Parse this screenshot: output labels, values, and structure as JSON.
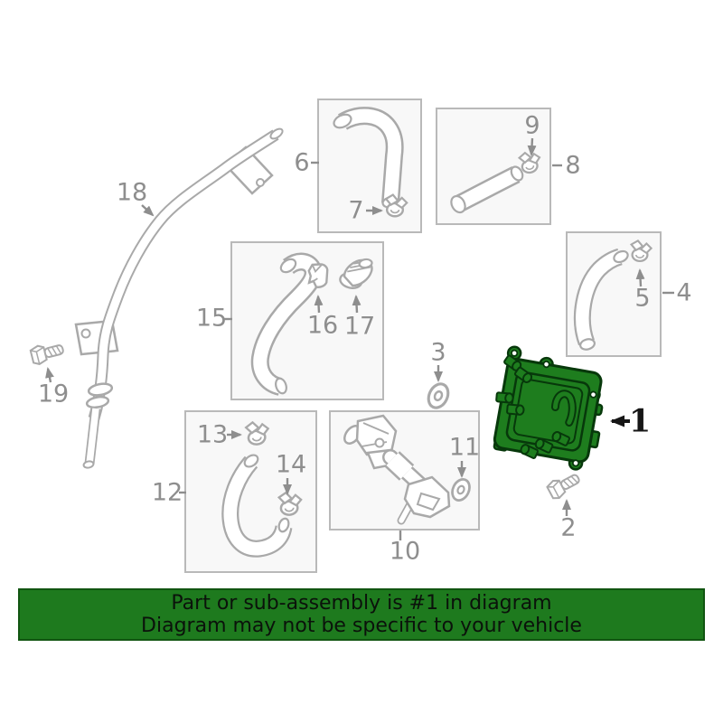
{
  "palette": {
    "page_bg": "#ffffff",
    "line": "#a9a9a9",
    "label": "#8e8e8e",
    "emphasis": "#161616",
    "box_fill": "#f8f8f8",
    "box_border": "#b9b9b9",
    "highlight": "#1e7d1e",
    "highlight_dark": "#07380b",
    "banner_bg": "#1e7a1e",
    "banner_border": "#115511",
    "banner_text": "#0b120b"
  },
  "banner": {
    "line1": "Part or sub-assembly is #1 in diagram",
    "line2": "Diagram may not be specific to your vehicle"
  },
  "highlighted_callout": "1",
  "callouts": {
    "c1": "1",
    "c2": "2",
    "c3": "3",
    "c4": "4",
    "c5": "5",
    "c6": "6",
    "c7": "7",
    "c8": "8",
    "c9": "9",
    "c10": "10",
    "c11": "11",
    "c12": "12",
    "c13": "13",
    "c14": "14",
    "c15": "15",
    "c16": "16",
    "c17": "17",
    "c18": "18",
    "c19": "19"
  }
}
